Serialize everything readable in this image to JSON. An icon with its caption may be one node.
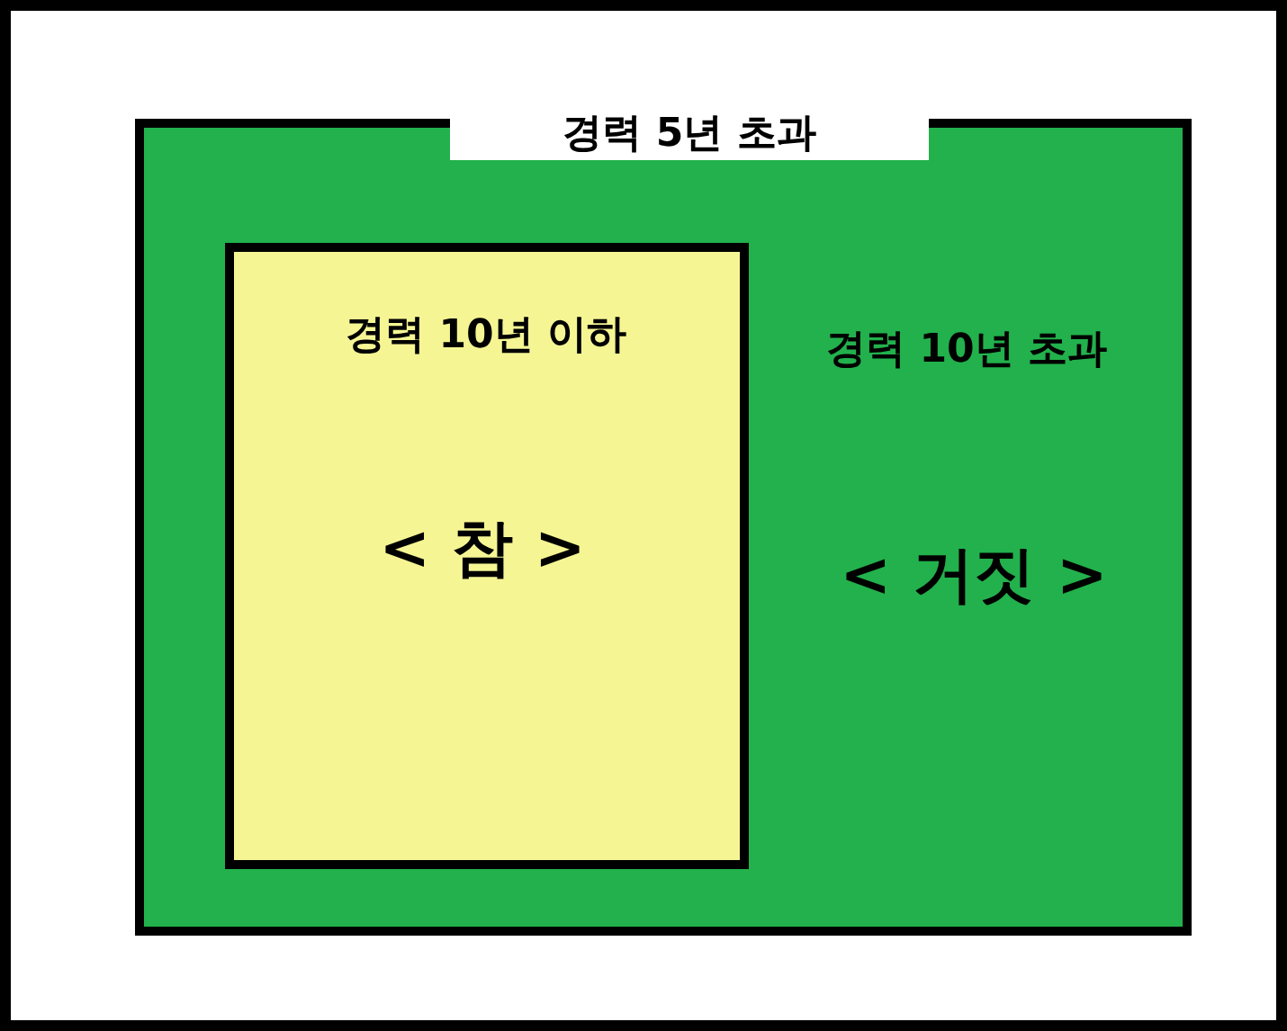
{
  "diagram": {
    "nodes": [
      {
        "text": [
          "경력 5년 초과",
          "경력 10년 초과",
          "< 거짓 >"
        ]
      },
      {
        "text": [
          "경력 10년 이하",
          "< 참 >"
        ],
        "in": 0
      }
    ]
  }
}
